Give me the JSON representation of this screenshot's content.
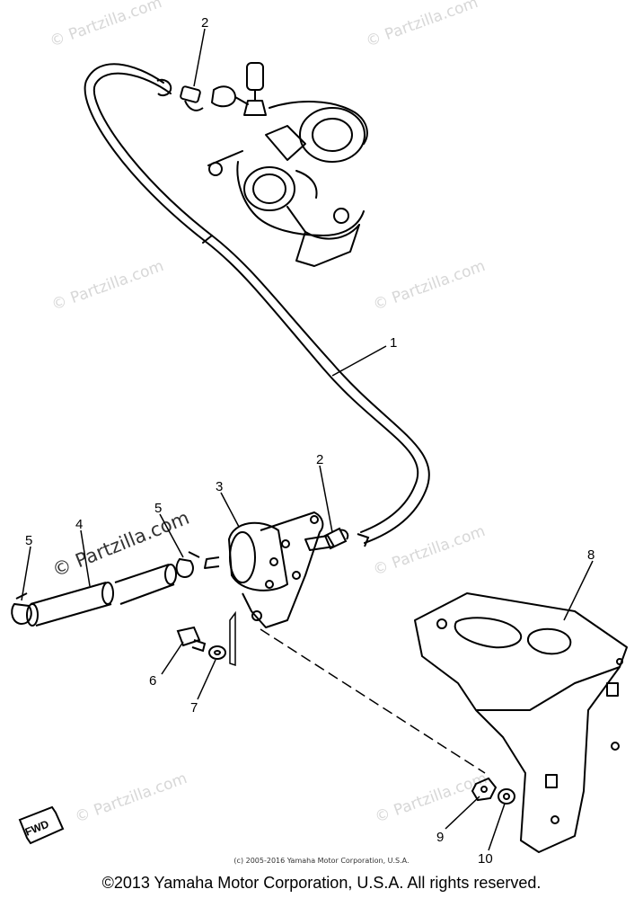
{
  "watermark": {
    "text": "© Partzilla.com",
    "strong_text": "© Partzilla.com"
  },
  "callouts": {
    "c1": "1",
    "c2_top": "2",
    "c2_mid": "2",
    "c3": "3",
    "c4": "4",
    "c5_left": "5",
    "c5_mid": "5",
    "c6": "6",
    "c7": "7",
    "c8": "8",
    "c9": "9",
    "c10": "10"
  },
  "direction_marker": "FWD",
  "inner_copyright": "(c) 2005-2016 Yamaha Motor Corporation, U.S.A.",
  "footer_copyright": "©2013 Yamaha Motor Corporation, U.S.A. All rights reserved."
}
